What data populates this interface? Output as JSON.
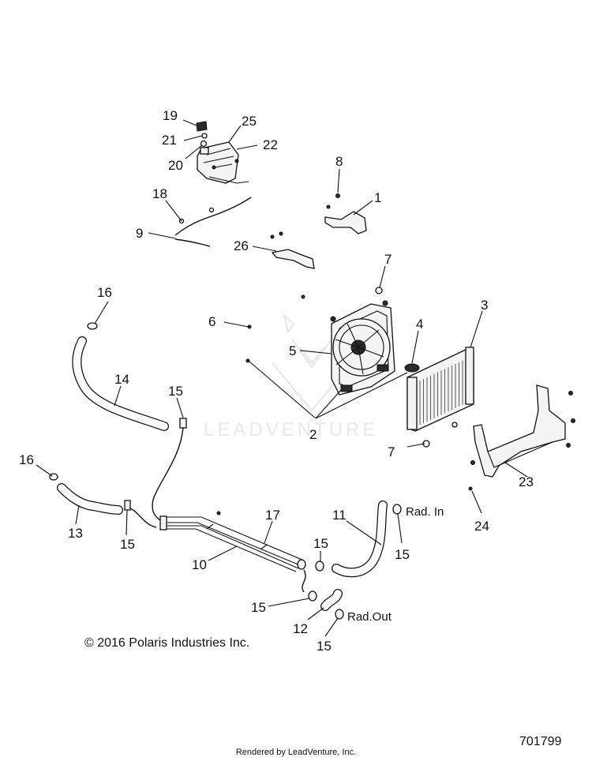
{
  "callouts": {
    "c1": "1",
    "c2": "2",
    "c3": "3",
    "c4": "4",
    "c5": "5",
    "c6": "6",
    "c7a": "7",
    "c7b": "7",
    "c8": "8",
    "c9": "9",
    "c10": "10",
    "c11": "11",
    "c12": "12",
    "c13": "13",
    "c14": "14",
    "c15a": "15",
    "c15b": "15",
    "c15c": "15",
    "c15d": "15",
    "c15e": "15",
    "c15f": "15",
    "c16a": "16",
    "c16b": "16",
    "c17": "17",
    "c18": "18",
    "c19": "19",
    "c20": "20",
    "c21": "21",
    "c22": "22",
    "c23": "23",
    "c24": "24",
    "c25": "25",
    "c26": "26"
  },
  "labels": {
    "rad_in": "Rad. In",
    "rad_out": "Rad.Out"
  },
  "copyright": "© 2016 Polaris Industries Inc.",
  "diagram_number": "701799",
  "watermark": "LEADVENTURE",
  "footer": "Rendered by LeadVenture, Inc."
}
